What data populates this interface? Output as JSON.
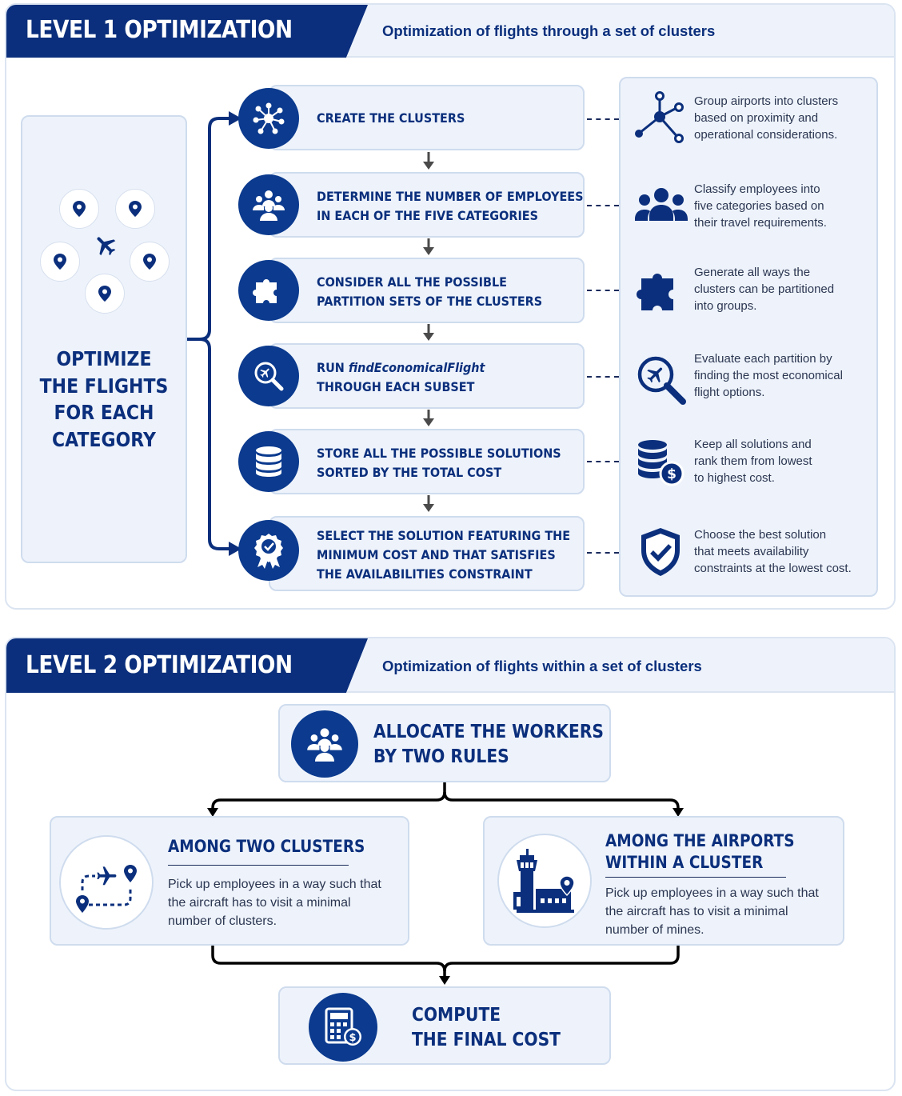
{
  "level1": {
    "title": "LEVEL 1 OPTIMIZATION",
    "subtitle": "Optimization of flights through a set of clusters",
    "left_box": {
      "line1": "OPTIMIZE",
      "line2": "THE FLIGHTS",
      "line3": "FOR EACH",
      "line4": "CATEGORY"
    },
    "steps": [
      {
        "line1": "CREATE THE CLUSTERS",
        "icon": "network-icon"
      },
      {
        "line1": "DETERMINE THE NUMBER OF EMPLOYEES",
        "line2": "IN EACH OF THE FIVE CATEGORIES",
        "icon": "group-icon"
      },
      {
        "line1": "CONSIDER ALL THE POSSIBLE",
        "line2": "PARTITION SETS OF THE CLUSTERS",
        "icon": "puzzle-icon"
      },
      {
        "run": "RUN ",
        "func": "findEconomicalFlight",
        "line2": "THROUGH EACH SUBSET",
        "icon": "search-plane-icon"
      },
      {
        "line1": "STORE ALL THE POSSIBLE SOLUTIONS",
        "line2": "SORTED BY THE TOTAL COST",
        "icon": "database-icon"
      },
      {
        "line1": "SELECT THE SOLUTION FEATURING THE",
        "line2": "MINIMUM COST AND THAT SATISFIES",
        "line3": "THE AVAILABILITIES CONSTRAINT",
        "icon": "badge-check-icon"
      }
    ],
    "descriptions": [
      {
        "l1": "Group airports into clusters",
        "l2": "based on proximity and",
        "l3": "operational considerations."
      },
      {
        "l1": "Classify employees into",
        "l2": "five categories based on",
        "l3": "their travel requirements."
      },
      {
        "l1": "Generate all ways the",
        "l2": "clusters can be partitioned",
        "l3": "into groups."
      },
      {
        "l1": "Evaluate each partition by",
        "l2": "finding the most economical",
        "l3": "flight options."
      },
      {
        "l1": "Keep all solutions and",
        "l2": "rank them from lowest",
        "l3": "to highest cost."
      },
      {
        "l1": "Choose the best solution",
        "l2": "that meets availability",
        "l3": "constraints at the lowest cost."
      }
    ]
  },
  "level2": {
    "title": "LEVEL 2 OPTIMIZATION",
    "subtitle": "Optimization of flights within a set of clusters",
    "allocate": {
      "line1": "ALLOCATE THE WORKERS",
      "line2": "BY TWO RULES"
    },
    "rule1": {
      "title": "AMONG TWO CLUSTERS",
      "l1": "Pick up employees in a way such that",
      "l2": "the aircraft has to visit a minimal",
      "l3": "number of clusters."
    },
    "rule2": {
      "title1": "AMONG THE AIRPORTS",
      "title2": "WITHIN A CLUSTER",
      "l1": "Pick up employees in a way such that",
      "l2": "the aircraft has to visit a minimal",
      "l3": "number of mines."
    },
    "compute": {
      "line1": "COMPUTE",
      "line2": "THE FINAL COST"
    }
  },
  "colors": {
    "navy": "#0b2f7c",
    "icon_blue": "#0b3a8e",
    "panel_fill": "#eef3fb",
    "border": "#cfdcee"
  }
}
